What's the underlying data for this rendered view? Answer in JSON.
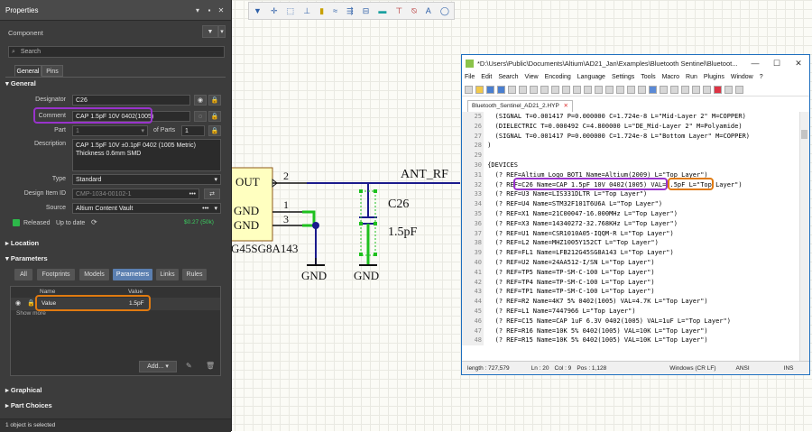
{
  "properties": {
    "title": "Properties",
    "component_label": "Component",
    "search_placeholder": "Search",
    "tabs": [
      "General",
      "Pins"
    ],
    "general_header": "General",
    "designator_label": "Designator",
    "designator_value": "C26",
    "comment_label": "Comment",
    "comment_value": "CAP 1.5pF 10V 0402(1005)",
    "part_label": "Part",
    "part_value": "1",
    "of_parts_label": "of Parts",
    "of_parts_value": "1",
    "description_label": "Description",
    "description_value": "CAP 1.5pF 10V ±0.1pF 0402 (1005 Metric) Thickness 0.6mm SMD",
    "type_label": "Type",
    "type_value": "Standard",
    "design_item_label": "Design Item ID",
    "design_item_value": "CMP-1034-00102-1",
    "source_label": "Source",
    "source_value": "Altium Content Vault",
    "released_label": "Released",
    "up_to_date_label": "Up to date",
    "price_badge": "$0.27 (50k)",
    "location_header": "Location",
    "parameters_header": "Parameters",
    "param_tabs": [
      "All",
      "Footprints",
      "Models",
      "Parameters",
      "Links",
      "Rules"
    ],
    "col_name": "Name",
    "col_value": "Value",
    "param_row_name": "Value",
    "param_row_value": "1.5pF",
    "show_more": "Show more",
    "add_button": "Add...",
    "graphical_header": "Graphical",
    "part_choices_header": "Part Choices",
    "status": "1 object is selected"
  },
  "schematic": {
    "out_label": "OUT",
    "pin2": "2",
    "gnd1": "GND",
    "gnd2": "GND",
    "pin1": "1",
    "pin3": "3",
    "part_name": "G45SG8A143",
    "net_label": "ANT_RF",
    "cap_designator": "C26",
    "cap_value": "1.5pF",
    "gnd_a": "GND",
    "gnd_b": "GND"
  },
  "editor": {
    "title": "*D:\\Users\\Public\\Documents\\Altium\\AD21_Jan\\Examples\\Bluetooth Sentinel\\Bluetoot...",
    "menu": [
      "File",
      "Edit",
      "Search",
      "View",
      "Encoding",
      "Language",
      "Settings",
      "Tools",
      "Macro",
      "Run",
      "Plugins",
      "Window",
      "?"
    ],
    "tab_name": "Bluetooth_Sentinel_AD21_2.HYP",
    "lines": [
      {
        "n": "25",
        "t": "  (SIGNAL T=0.001417 P=0.000000 C=1.724e-8 L=\"Mid-Layer 2\" M=COPPER)"
      },
      {
        "n": "26",
        "t": "  (DIELECTRIC T=0.000492 C=4.800000 L=\"DE_Mid-Layer 2\" M=Polyamide)"
      },
      {
        "n": "27",
        "t": "  (SIGNAL T=0.001417 P=0.000000 C=1.724e-8 L=\"Bottom Layer\" M=COPPER)"
      },
      {
        "n": "28",
        "t": ")"
      },
      {
        "n": "29",
        "t": ""
      },
      {
        "n": "30",
        "t": "{DEVICES"
      },
      {
        "n": "31",
        "t": "  (? REF=Altium_Logo_BOT1 Name=Altium(2009) L=\"Top Layer\")"
      },
      {
        "n": "32",
        "t": "  (? REF=C26 Name=CAP 1.5pF 10V 0402(1005) VAL=1.5pF L=\"Top Layer\")"
      },
      {
        "n": "33",
        "t": "  (? REF=U3 Name=LIS331DLTR L=\"Top Layer\")"
      },
      {
        "n": "34",
        "t": "  (? REF=U4 Name=STM32F101T6U6A L=\"Top Layer\")"
      },
      {
        "n": "35",
        "t": "  (? REF=X1 Name=21C00047-16.000MHz L=\"Top Layer\")"
      },
      {
        "n": "36",
        "t": "  (? REF=X3 Name=14340272-32.768KHz L=\"Top Layer\")"
      },
      {
        "n": "37",
        "t": "  (? REF=U1 Name=CSR1010A05-IQQM-R L=\"Top Layer\")"
      },
      {
        "n": "38",
        "t": "  (? REF=L2 Name=MHZ1005Y152CT L=\"Top Layer\")"
      },
      {
        "n": "39",
        "t": "  (? REF=FL1 Name=LFB212G45SG8A143 L=\"Top Layer\")"
      },
      {
        "n": "40",
        "t": "  (? REF=U2 Name=24AA512-I/SN L=\"Top Layer\")"
      },
      {
        "n": "41",
        "t": "  (? REF=TP5 Name=TP-SM-C-100 L=\"Top Layer\")"
      },
      {
        "n": "42",
        "t": "  (? REF=TP4 Name=TP-SM-C-100 L=\"Top Layer\")"
      },
      {
        "n": "43",
        "t": "  (? REF=TP1 Name=TP-SM-C-100 L=\"Top Layer\")"
      },
      {
        "n": "44",
        "t": "  (? REF=R2 Name=4K7 5% 0402(1005) VAL=4.7K L=\"Top Layer\")"
      },
      {
        "n": "45",
        "t": "  (? REF=L1 Name=7447966 L=\"Top Layer\")"
      },
      {
        "n": "46",
        "t": "  (? REF=C15 Name=CAP 1uF 6.3V 0402(1005) VAL=1uF L=\"Top Layer\")"
      },
      {
        "n": "47",
        "t": "  (? REF=R16 Name=10K 5% 0402(1005) VAL=10K L=\"Top Layer\")"
      },
      {
        "n": "48",
        "t": "  (? REF=R15 Name=10K 5% 0402(1005) VAL=10K L=\"Top Layer\")"
      }
    ],
    "status_length": "length : 727,579",
    "status_ln": "Ln : 20",
    "status_col": "Col : 9",
    "status_pos": "Pos : 1,128",
    "status_eol": "Windows (CR LF)",
    "status_enc": "ANSI",
    "status_ins": "INS"
  }
}
